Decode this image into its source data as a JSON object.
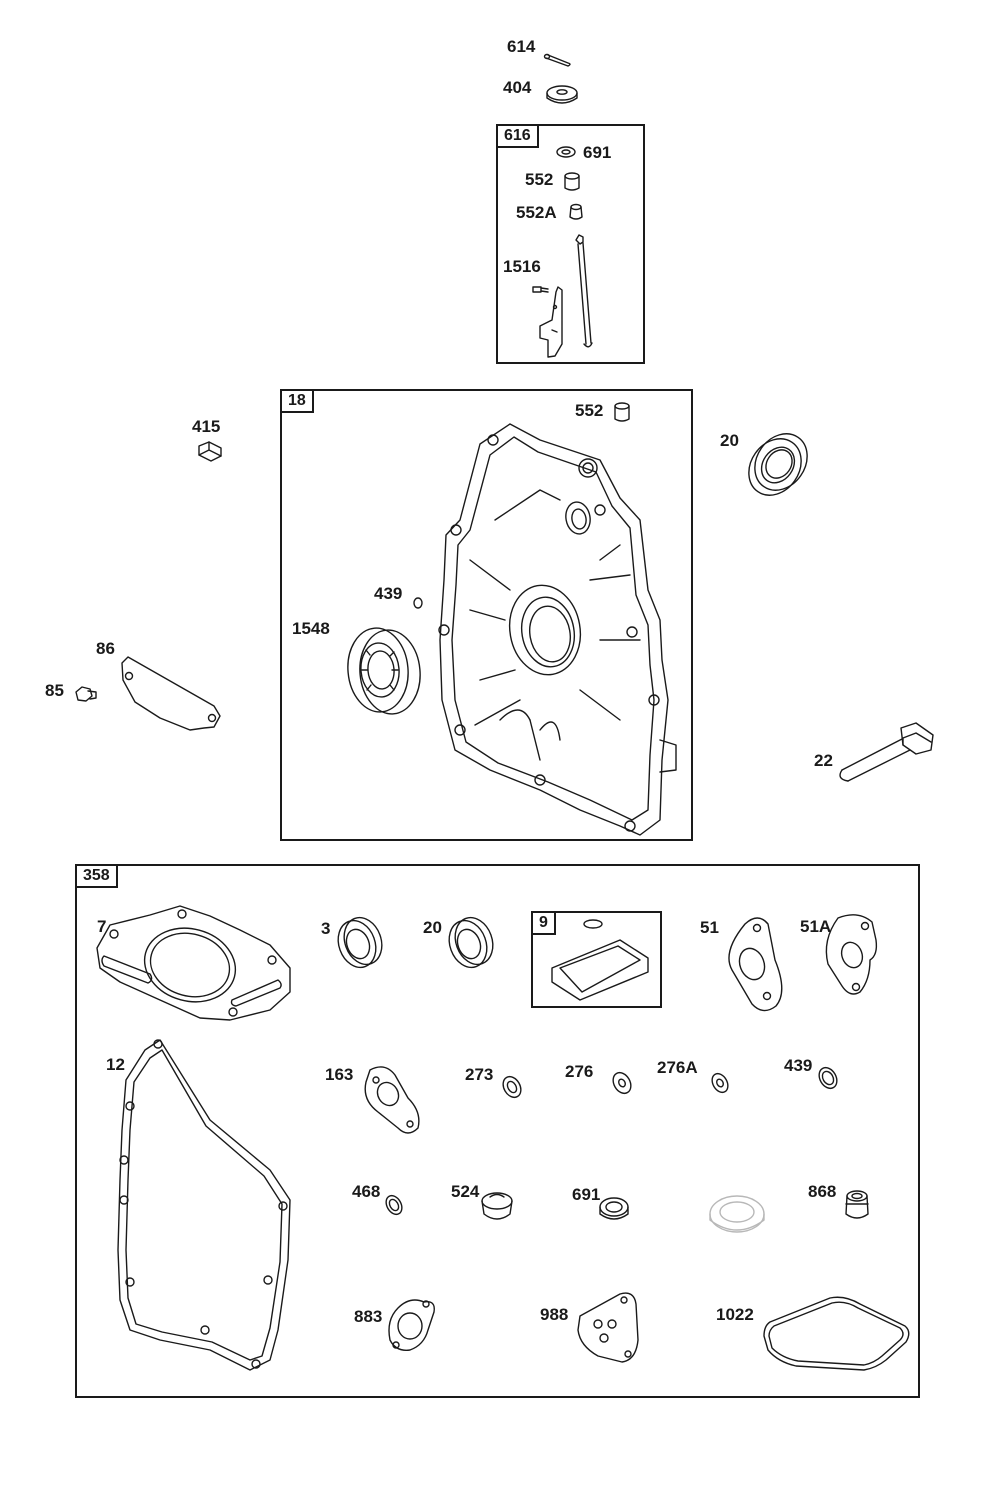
{
  "groups": {
    "g616": {
      "label": "616"
    },
    "g18": {
      "label": "18"
    },
    "g358": {
      "label": "358"
    },
    "g9": {
      "label": "9"
    }
  },
  "callouts": {
    "p614": "614",
    "p404": "404",
    "p691a": "691",
    "p552a": "552",
    "p552A": "552A",
    "p1516": "1516",
    "p552b": "552",
    "p415": "415",
    "p20a": "20",
    "p439a": "439",
    "p1548": "1548",
    "p86": "86",
    "p85": "85",
    "p22": "22",
    "p7": "7",
    "p3": "3",
    "p20b": "20",
    "p51": "51",
    "p51A": "51A",
    "p12": "12",
    "p163": "163",
    "p273": "273",
    "p276": "276",
    "p276A": "276A",
    "p439b": "439",
    "p468": "468",
    "p524": "524",
    "p691b": "691",
    "p868": "868",
    "p883": "883",
    "p988": "988",
    "p1022": "1022"
  }
}
